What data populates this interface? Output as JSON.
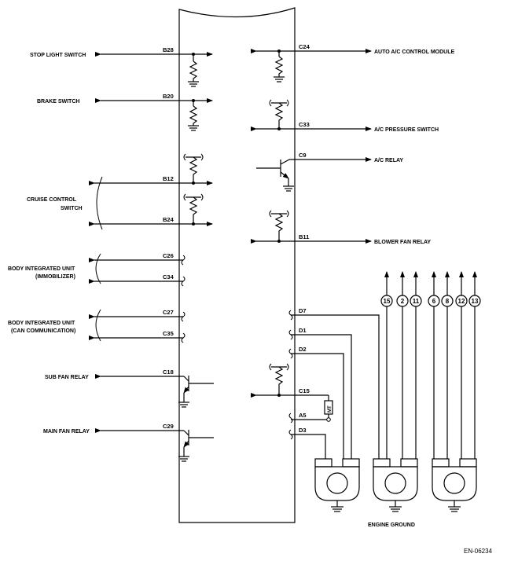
{
  "left_connections": [
    {
      "label": "STOP LIGHT SWITCH",
      "pin": "B28"
    },
    {
      "label": "BRAKE SWITCH",
      "pin": "B20"
    },
    {
      "label": "CRUISE CONTROL",
      "label2": "SWITCH",
      "pins": [
        "B12",
        "B24"
      ]
    },
    {
      "label": "BODY INTEGRATED UNIT",
      "label2": "(IMMOBILIZER)",
      "pins": [
        "C26",
        "C34"
      ]
    },
    {
      "label": "BODY INTEGRATED UNIT",
      "label2": "(CAN COMMUNICATION)",
      "pins": [
        "C27",
        "C35"
      ]
    },
    {
      "label": "SUB FAN RELAY",
      "pin": "C18"
    },
    {
      "label": "MAIN FAN RELAY",
      "pin": "C29"
    }
  ],
  "right_connections": [
    {
      "label": "AUTO A/C CONTROL MODULE",
      "pin": "C24"
    },
    {
      "label": "A/C PRESSURE SWITCH",
      "pin": "C33"
    },
    {
      "label": "A/C RELAY",
      "pin": "C9"
    },
    {
      "label": "BLOWER FAN RELAY",
      "pin": "B11"
    }
  ],
  "ground_pins": [
    "D7",
    "D1",
    "D2",
    "C15",
    "A5",
    "D3"
  ],
  "mt_label": "MT",
  "circled_numbers": [
    "15",
    "2",
    "11",
    "6",
    "8",
    "12",
    "13"
  ],
  "engine_ground_label": "ENGINE GROUND",
  "figure_code": "EN-06234"
}
